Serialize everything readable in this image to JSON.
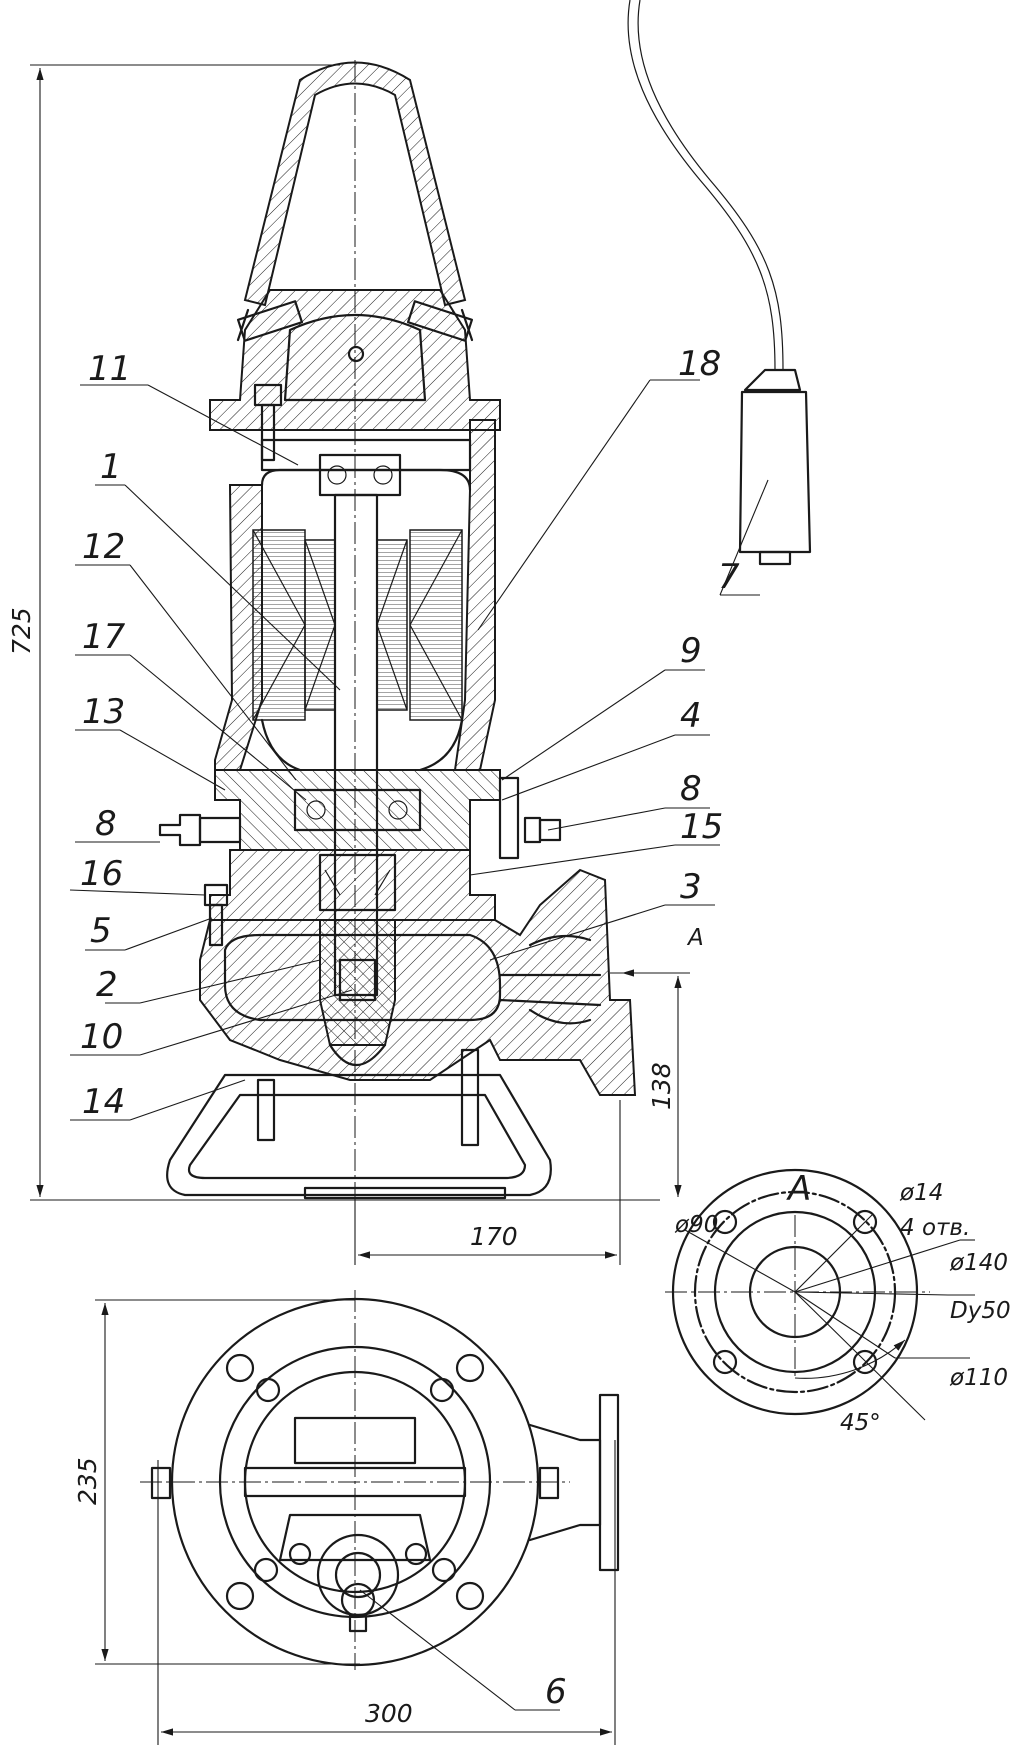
{
  "labels": {
    "p1": "1",
    "p2": "2",
    "p3": "3",
    "p4": "4",
    "p5": "5",
    "p6": "6",
    "p7": "7",
    "p8a": "8",
    "p8b": "8",
    "p9": "9",
    "p10": "10",
    "p11": "11",
    "p12": "12",
    "p13": "13",
    "p14": "14",
    "p15": "15",
    "p16": "16",
    "p17": "17",
    "p18": "18"
  },
  "dimensions": {
    "height_total": "725",
    "outlet_height": "138",
    "outlet_offset": "170",
    "plan_depth": "235",
    "plan_width": "300"
  },
  "view_a": {
    "arrow_label": "A",
    "title": "A",
    "d90": "ø90",
    "d14": "ø14",
    "holes": "4 отв.",
    "d140": "ø140",
    "dy50": "Dy50",
    "d110": "ø110",
    "angle": "45°"
  }
}
